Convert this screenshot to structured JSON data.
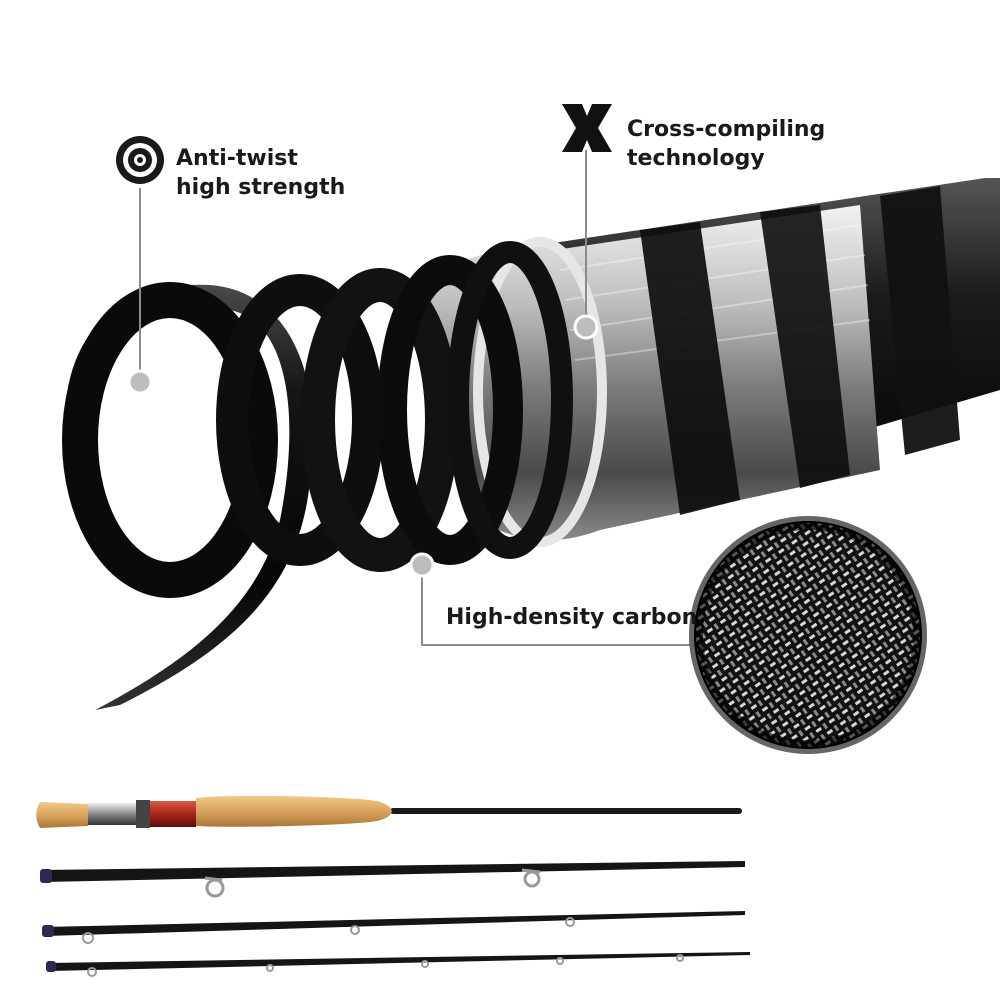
{
  "features": {
    "anti_twist": {
      "line1": "Anti-twist",
      "line2": "high strength",
      "icon": "target-icon"
    },
    "cross_compiling": {
      "line1": "Cross-compiling",
      "line2": "technology",
      "icon": "x-icon"
    },
    "carbon": {
      "text": "High-density carbon"
    }
  },
  "colors": {
    "accent": "#1a1a1a",
    "cork": "#d9a45c",
    "reel_seat": "#a8261a"
  }
}
